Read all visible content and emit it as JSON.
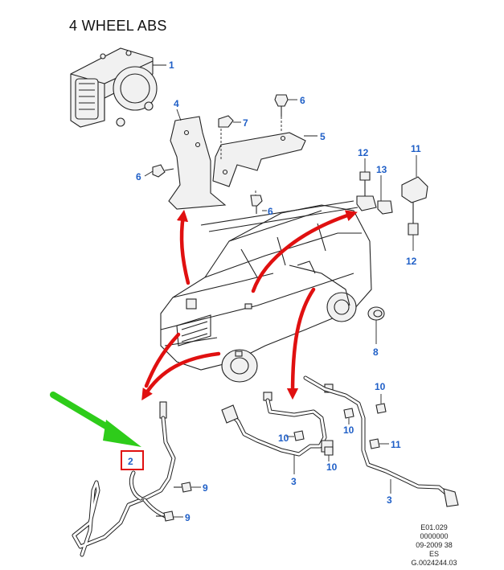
{
  "title": "4 WHEEL ABS",
  "callouts": {
    "abs_module": "1",
    "bracket_a": "4",
    "bolt_6a": "6",
    "nut_7": "7",
    "bracket_b": "5",
    "bolt_6b": "6",
    "bolt_6c": "6",
    "sensor_12a": "12",
    "clip_13": "13",
    "sensor_11": "11",
    "bolt_12b": "12",
    "grommet_8": "8",
    "front_sensor_2": "2",
    "bolt_9a": "9",
    "bolt_9b": "9",
    "bolt_10a": "10",
    "bolt_10b": "10",
    "bolt_10c": "10",
    "bolt_10d": "10",
    "harness_3a": "3",
    "bolt_11b": "11",
    "harness_3b": "3"
  },
  "footer": {
    "line1": "E01.029",
    "line2": "0000000",
    "line3": "09-2009 38",
    "line4": "ES",
    "line5": "G.0024244.03"
  },
  "colors": {
    "callout": "#1f5fc7",
    "highlight_box": "#e01010",
    "direction_arrows": "#e01010",
    "pointer_arrow": "#2ecc1a"
  }
}
